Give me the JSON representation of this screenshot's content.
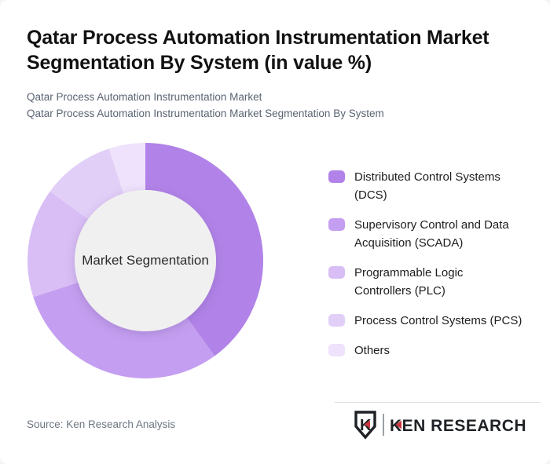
{
  "header": {
    "title": "Qatar Process Automation Instrumentation Market Segmentation By System (in value %)",
    "subtitle_line1": "Qatar Process Automation Instrumentation Market",
    "subtitle_line2": "Qatar Process Automation Instrumentation Market Segmentation By System"
  },
  "chart_data": {
    "type": "pie",
    "subtype": "donut",
    "title": "Qatar Process Automation Instrumentation Market Segmentation By System (in value %)",
    "center_label": "Market Segmentation",
    "labels": [
      "Distributed Control Systems (DCS)",
      "Supervisory Control and Data Acquisition (SCADA)",
      "Programmable Logic Controllers (PLC)",
      "Process Control Systems (PCS)",
      "Others"
    ],
    "values": [
      40,
      30,
      15,
      10,
      5
    ],
    "colors": [
      "#b183e8",
      "#c49ef0",
      "#d8bef5",
      "#e2cff8",
      "#eee2fc"
    ],
    "inner_circle_color": "#f0f0f0",
    "start_angle_deg": 0,
    "legend_position": "right"
  },
  "legend": {
    "items": [
      {
        "label": "Distributed Control Systems\n(DCS)",
        "color": "#b183e8"
      },
      {
        "label": "Supervisory Control and Data\nAcquisition (SCADA)",
        "color": "#c49ef0"
      },
      {
        "label": "Programmable Logic\nControllers (PLC)",
        "color": "#d8bef5"
      },
      {
        "label": "Process Control Systems (PCS)",
        "color": "#e2cff8"
      },
      {
        "label": "Others",
        "color": "#eee2fc"
      }
    ]
  },
  "footer": {
    "source": "Source: Ken Research Analysis",
    "logo": {
      "brand": "KEN RESEARCH",
      "monogram": "K",
      "dark_color": "#1e2125",
      "red_color": "#c9363c"
    }
  }
}
